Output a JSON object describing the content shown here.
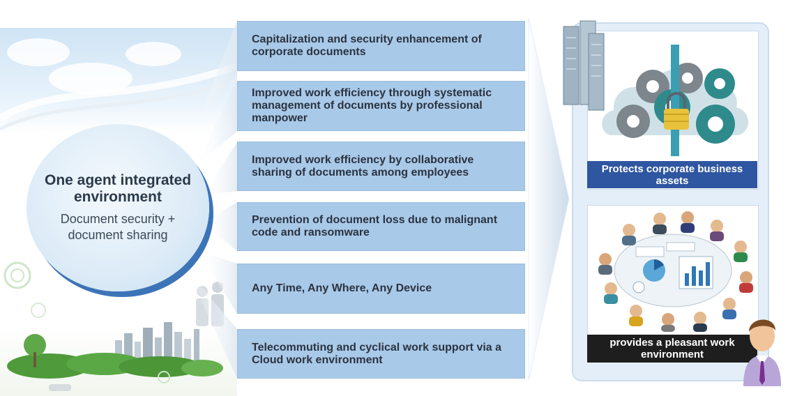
{
  "hub": {
    "title": "One agent integrated environment",
    "subtitle": "Document security + document sharing"
  },
  "benefits": [
    "Capitalization and security enhancement of corporate documents",
    "Improved work efficiency through systematic management of documents by professional manpower",
    "Improved work efficiency by collaborative sharing of documents among employees",
    "Prevention of document loss due to malignant code and ransomware",
    "Any Time, Any Where, Any Device",
    "Telecommuting and cyclical work support via a Cloud work environment"
  ],
  "outcomes": {
    "protect": "Protects corporate business assets",
    "pleasant": "provides a pleasant work environment"
  },
  "colors": {
    "benefit_fill": "#a9c9e8",
    "hub_shadow": "#3c74b8",
    "caption_blue": "#2f56a0",
    "caption_dark": "#1e1e1e",
    "gear_teal": "#2f8a8c",
    "gear_gray": "#7d858d"
  }
}
